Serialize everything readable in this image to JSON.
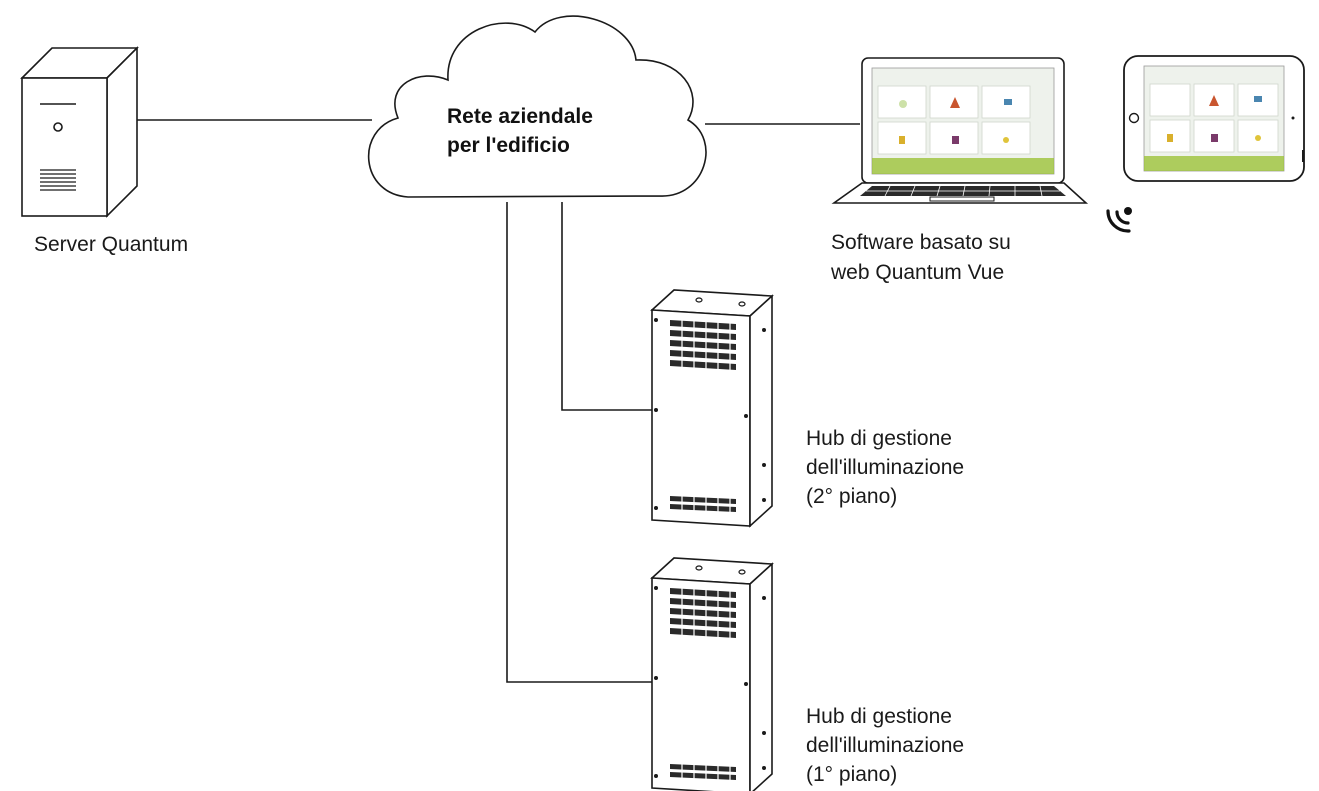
{
  "network": {
    "label_line1": "Rete aziendale",
    "label_line2": "per l'edificio"
  },
  "server": {
    "label": "Server Quantum",
    "icon": "tower-server-icon"
  },
  "software": {
    "label_line1": "Software basato su",
    "label_line2": "web Quantum Vue",
    "icons": [
      "laptop-icon",
      "tablet-icon",
      "wireless-icon"
    ]
  },
  "hub_2": {
    "line1": "Hub di gestione",
    "line2": "dell'illuminazione",
    "line3": "(2° piano)",
    "icon": "lighting-hub-panel-icon"
  },
  "hub_1": {
    "line1": "Hub di gestione",
    "line2": "dell'illuminazione",
    "line3": "(1° piano)",
    "icon": "lighting-hub-panel-icon"
  },
  "colors": {
    "stroke": "#1a1a1a",
    "screen_green": "#9cc23a",
    "screen_bg": "#eef2ec"
  }
}
